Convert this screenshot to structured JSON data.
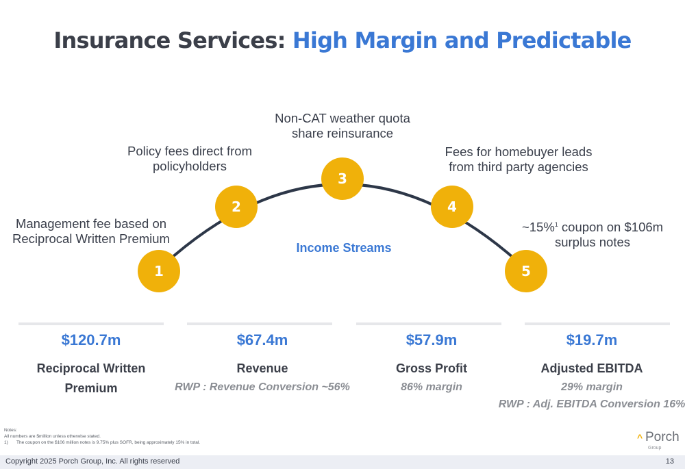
{
  "title": {
    "part1": "Insurance Services: ",
    "part2": "High Margin and Predictable"
  },
  "center_label": "Income Streams",
  "streams": [
    {
      "number": "1",
      "text": "Management fee based on\nReciprocal Written Premium"
    },
    {
      "number": "2",
      "text": "Policy fees direct from\npolicyholders"
    },
    {
      "number": "3",
      "text": "Non-CAT weather quota\nshare reinsurance"
    },
    {
      "number": "4",
      "text": "Fees for homebuyer leads\nfrom third party agencies"
    },
    {
      "number": "5",
      "text_before": "~15%",
      "text_sup": "1",
      "text_after": " coupon on $106m\nsurplus notes"
    }
  ],
  "metrics": [
    {
      "value": "$120.7m",
      "name": "Reciprocal Written\nPremium"
    },
    {
      "value": "$67.4m",
      "name": "Revenue",
      "sub": "RWP : Revenue Conversion ~56%"
    },
    {
      "value": "$57.9m",
      "name": "Gross Profit",
      "sub": "86% margin"
    },
    {
      "value": "$19.7m",
      "name": "Adjusted EBITDA",
      "sub": "29% margin",
      "sub2": "RWP : Adj. EBITDA Conversion 16%"
    }
  ],
  "notes": {
    "heading": "Notes:",
    "line1": "All numbers are $million unless otherwise stated.",
    "fn_num": "1)",
    "fn_text": "The coupon on the $106 million notes is 9.75% plus SOFR, being approximately 15% in total."
  },
  "logo": {
    "word": "Porch",
    "group": "Group"
  },
  "footer": {
    "copyright": "Copyright 2025 Porch Group, Inc. All rights reserved",
    "page": "13"
  },
  "colors": {
    "accent_blue": "#3a78d4",
    "circle_gold": "#f0b10a",
    "arc_navy": "#2d3748",
    "text_dark": "#3b3f49"
  }
}
